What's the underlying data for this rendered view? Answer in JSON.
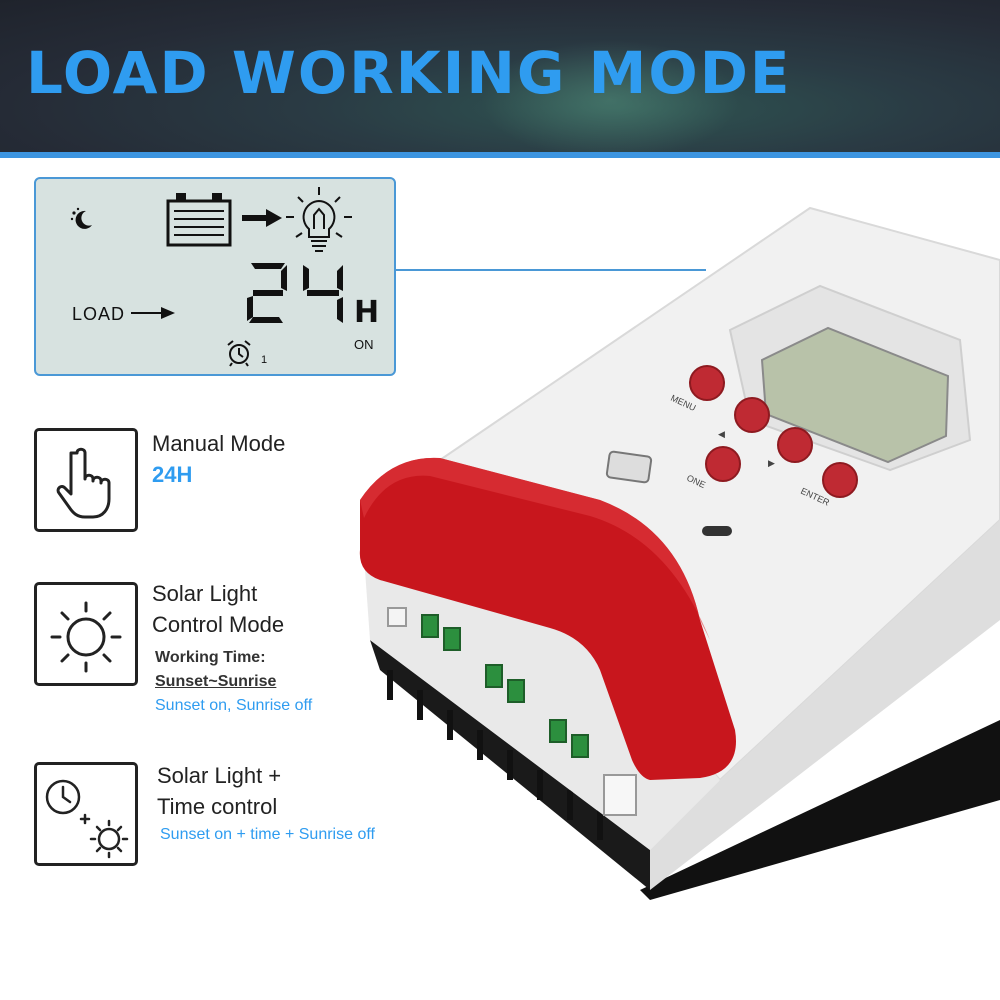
{
  "banner": {
    "title": "LOAD WORKING MODE"
  },
  "lcd": {
    "value": "24",
    "unit": "H",
    "state": "ON",
    "load_label": "LOAD",
    "timer_index": "1"
  },
  "device": {
    "buttons": [
      "MENU",
      "◀",
      "▶",
      "ONE",
      "ENTER"
    ]
  },
  "modes": [
    {
      "title": "Manual Mode",
      "sub": "24H"
    },
    {
      "title_line1": "Solar Light",
      "title_line2": "Control Mode",
      "time_label": "Working Time:",
      "time_value": "Sunset~Sunrise",
      "desc": "Sunset on, Sunrise off"
    },
    {
      "title_line1": "Solar Light +",
      "title_line2": "Time control",
      "desc": "Sunset on + time + Sunrise off"
    }
  ],
  "colors": {
    "accent": "#2f9cf0",
    "device_red": "#c8161d",
    "lcd_bg": "#d7e2e0"
  }
}
